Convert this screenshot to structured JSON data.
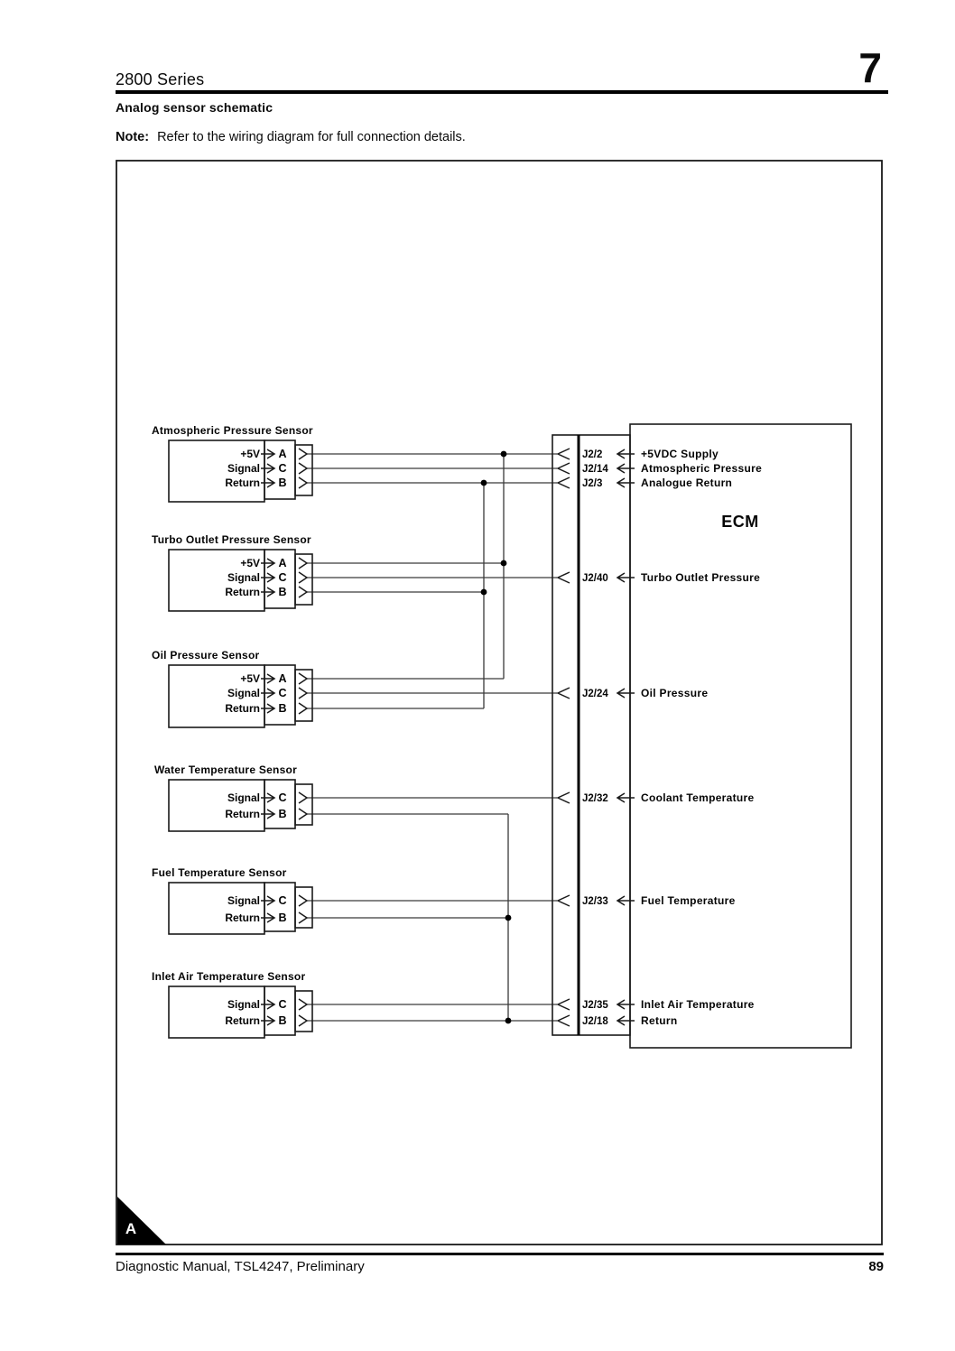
{
  "page": {
    "series": "2800 Series",
    "chapter": "7",
    "section_title": "Analog sensor schematic",
    "note_label": "Note:",
    "note_text": "Refer to the wiring diagram for full connection details.",
    "footer_left": "Diagnostic Manual, TSL4247, Preliminary",
    "page_number": "89",
    "corner_tab": "A"
  },
  "colors": {
    "ink": "#000000",
    "wire": "#3a3a3a",
    "background": "#ffffff"
  },
  "ecm": {
    "label": "ECM",
    "pins": [
      {
        "connector": "J2/2",
        "label": "+5VDC Supply"
      },
      {
        "connector": "J2/14",
        "label": "Atmospheric Pressure"
      },
      {
        "connector": "J2/3",
        "label": "Analogue Return"
      },
      {
        "connector": "J2/40",
        "label": "Turbo Outlet Pressure"
      },
      {
        "connector": "J2/24",
        "label": "Oil Pressure"
      },
      {
        "connector": "J2/32",
        "label": "Coolant Temperature"
      },
      {
        "connector": "J2/33",
        "label": "Fuel Temperature"
      },
      {
        "connector": "J2/35",
        "label": "Inlet Air Temperature"
      },
      {
        "connector": "J2/18",
        "label": "Return"
      }
    ]
  },
  "sensors": [
    {
      "title": "Atmospheric Pressure Sensor",
      "pins": [
        {
          "label": "+5V",
          "pin": "A",
          "connects_to": "J2/2"
        },
        {
          "label": "Signal",
          "pin": "C",
          "connects_to": "J2/14"
        },
        {
          "label": "Return",
          "pin": "B",
          "connects_to": "J2/3"
        }
      ]
    },
    {
      "title": "Turbo Outlet Pressure Sensor",
      "pins": [
        {
          "label": "+5V",
          "pin": "A",
          "connects_to": "J2/2"
        },
        {
          "label": "Signal",
          "pin": "C",
          "connects_to": "J2/40"
        },
        {
          "label": "Return",
          "pin": "B",
          "connects_to": "J2/3"
        }
      ]
    },
    {
      "title": "Oil Pressure Sensor",
      "pins": [
        {
          "label": "+5V",
          "pin": "A",
          "connects_to": "J2/2"
        },
        {
          "label": "Signal",
          "pin": "C",
          "connects_to": "J2/24"
        },
        {
          "label": "Return",
          "pin": "B",
          "connects_to": "J2/3"
        }
      ]
    },
    {
      "title": "Water Temperature Sensor",
      "pins": [
        {
          "label": "Signal",
          "pin": "C",
          "connects_to": "J2/32"
        },
        {
          "label": "Return",
          "pin": "B",
          "connects_to": "J2/18"
        }
      ]
    },
    {
      "title": "Fuel Temperature Sensor",
      "pins": [
        {
          "label": "Signal",
          "pin": "C",
          "connects_to": "J2/33"
        },
        {
          "label": "Return",
          "pin": "B",
          "connects_to": "J2/18"
        }
      ]
    },
    {
      "title": "Inlet Air Temperature Sensor",
      "pins": [
        {
          "label": "Signal",
          "pin": "C",
          "connects_to": "J2/35"
        },
        {
          "label": "Return",
          "pin": "B",
          "connects_to": "J2/18"
        }
      ]
    }
  ]
}
